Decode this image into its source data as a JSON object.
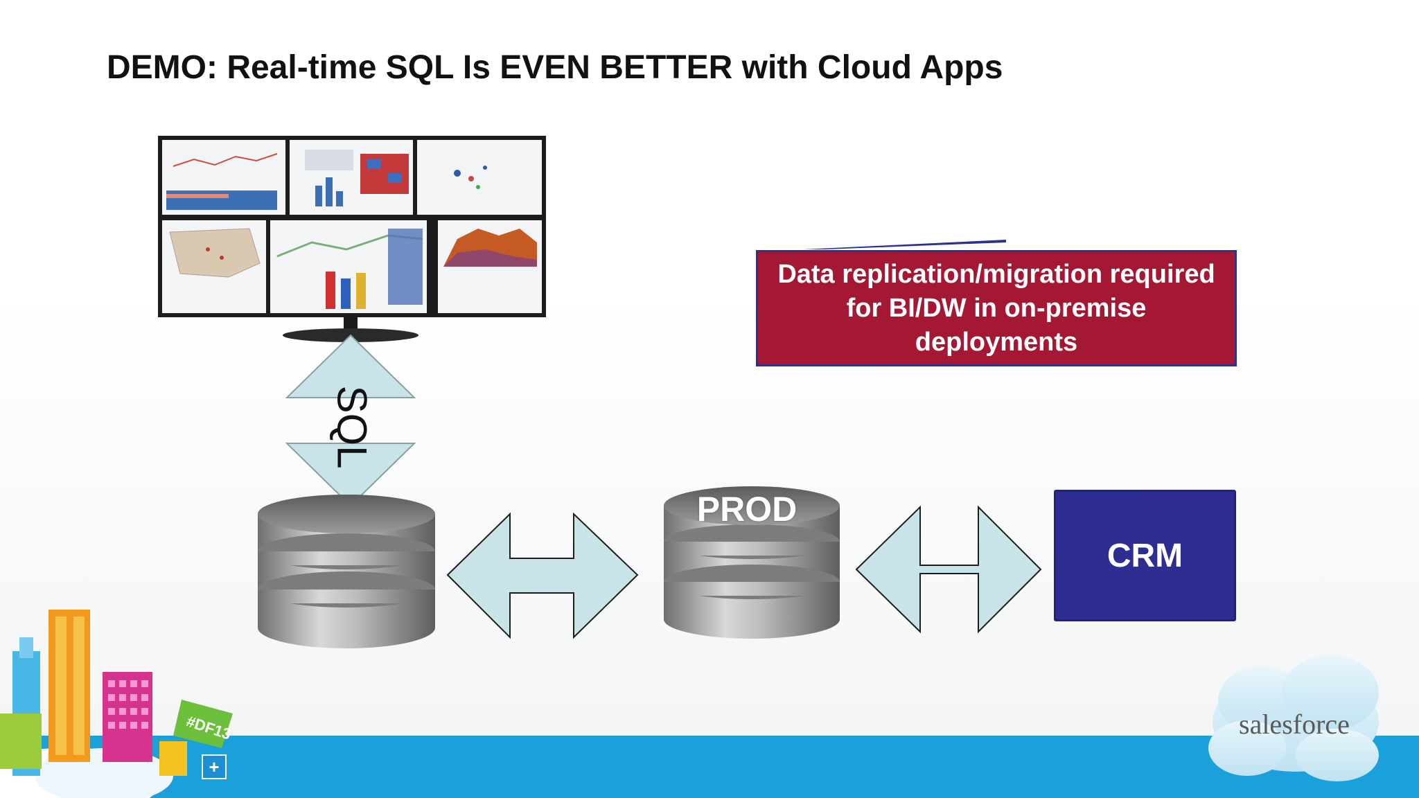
{
  "slide": {
    "title": "DEMO: Real-time SQL Is EVEN BETTER with Cloud Apps"
  },
  "diagram": {
    "sql_label": "SQL",
    "prod_label": "PROD",
    "crm_label": "CRM",
    "callout_text": "Data replication/migration required for BI/DW in on-premise deployments"
  },
  "branding": {
    "logo_text": "salesforce",
    "event_tag": "#DF13"
  },
  "colors": {
    "callout_bg": "#a41834",
    "crm_bg": "#2e2d91",
    "arrow_fill": "#c9e4e8",
    "band": "#1aa1dc"
  }
}
